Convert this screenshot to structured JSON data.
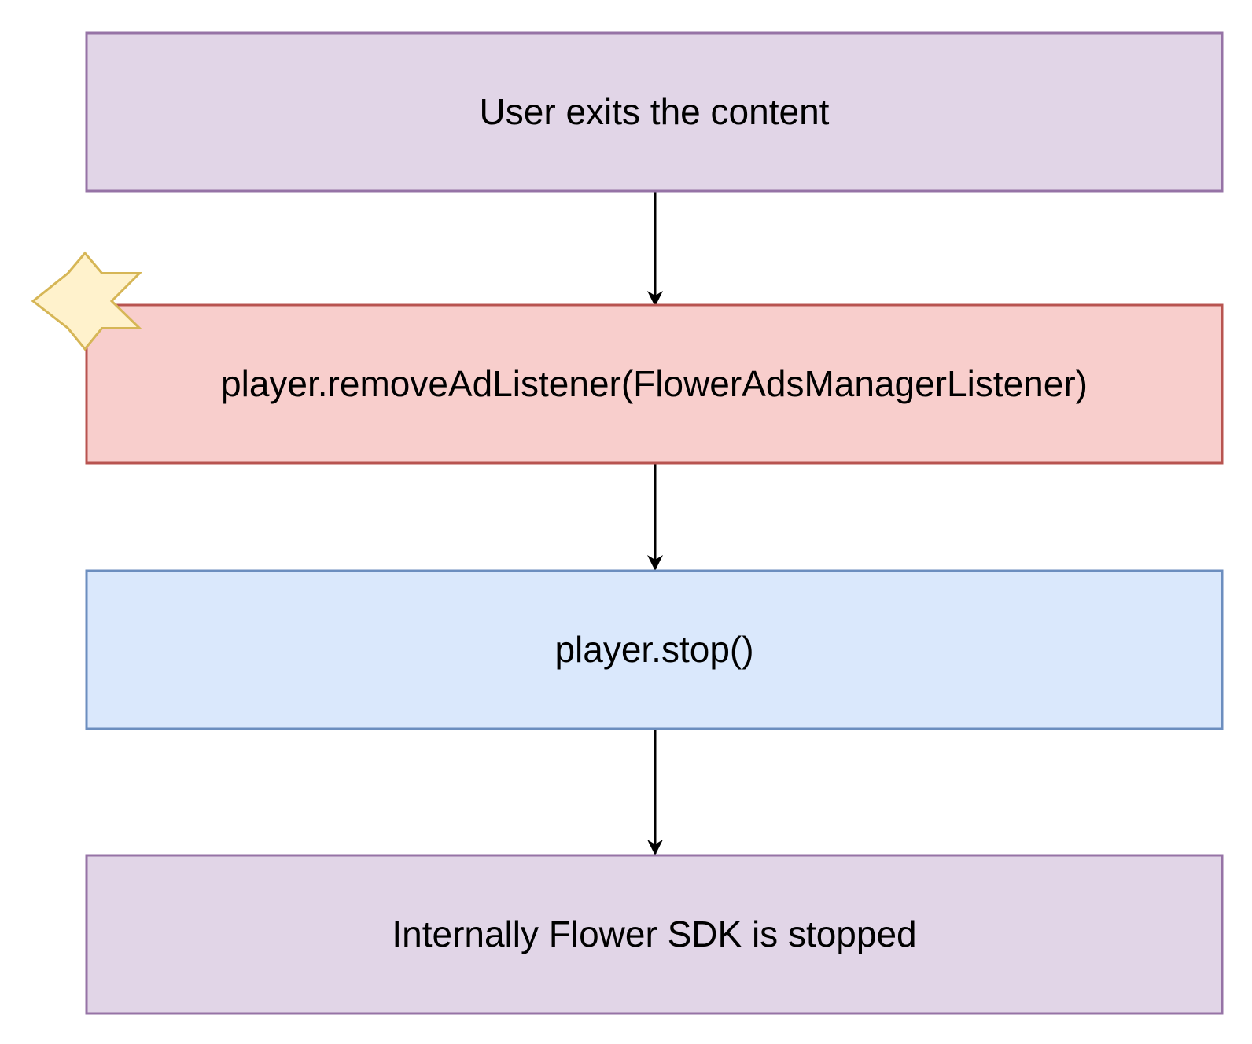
{
  "diagram": {
    "nodes": [
      {
        "id": "user-exits",
        "label": "User exits the content",
        "fill": "#e1d5e7",
        "stroke": "#9673a6"
      },
      {
        "id": "remove-listener",
        "label": "player.removeAdListener(FlowerAdsManagerListener)",
        "fill": "#f8cecc",
        "stroke": "#b85450"
      },
      {
        "id": "player-stop",
        "label": "player.stop()",
        "fill": "#dae8fc",
        "stroke": "#6c8ebf"
      },
      {
        "id": "sdk-stopped",
        "label": "Internally Flower SDK is stopped",
        "fill": "#e1d5e7",
        "stroke": "#9673a6"
      }
    ],
    "edges": [
      {
        "from": "user-exits",
        "to": "remove-listener"
      },
      {
        "from": "remove-listener",
        "to": "player-stop"
      },
      {
        "from": "player-stop",
        "to": "sdk-stopped"
      }
    ],
    "star": {
      "icon": "star-icon",
      "fill": "#fff2cc",
      "stroke": "#d6b656"
    },
    "colors": {
      "arrow": "#000000",
      "background": "#ffffff"
    }
  }
}
